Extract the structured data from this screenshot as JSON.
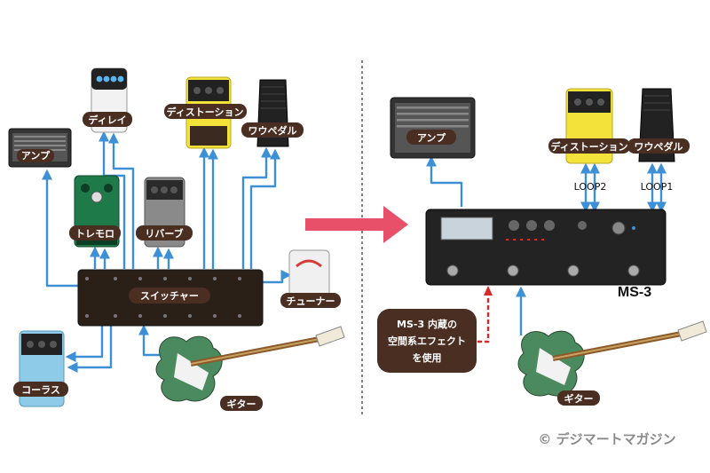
{
  "left": {
    "amp": "アンプ",
    "delay": "ディレイ",
    "distortion": "ディストーション",
    "wah": "ワウペダル",
    "tremolo": "トレモロ",
    "reverb": "リバーブ",
    "switcher": "スイッチャー",
    "tuner": "チューナー",
    "chorus": "コーラス",
    "guitar": "ギター"
  },
  "right": {
    "amp": "アンプ",
    "distortion": "ディストーション",
    "wah": "ワウペダル",
    "loop2": "LOOP2",
    "loop1": "LOOP1",
    "device": "MS-3",
    "note_line1": "MS-3 内蔵の",
    "note_line2": "空間系エフェクト",
    "note_line3": "を使用",
    "guitar": "ギター"
  },
  "copyright": "© デジマートマガジン",
  "colors": {
    "wire": "#3d8fd6",
    "arrow": "#e8506a",
    "label_bg": "#4a2e22",
    "dashed": "#d62a2a",
    "tremolo": "#1f7a4a",
    "chorus": "#8ecbe8",
    "distortion": "#f3e23a",
    "guitar_body": "#4b8a5e"
  }
}
